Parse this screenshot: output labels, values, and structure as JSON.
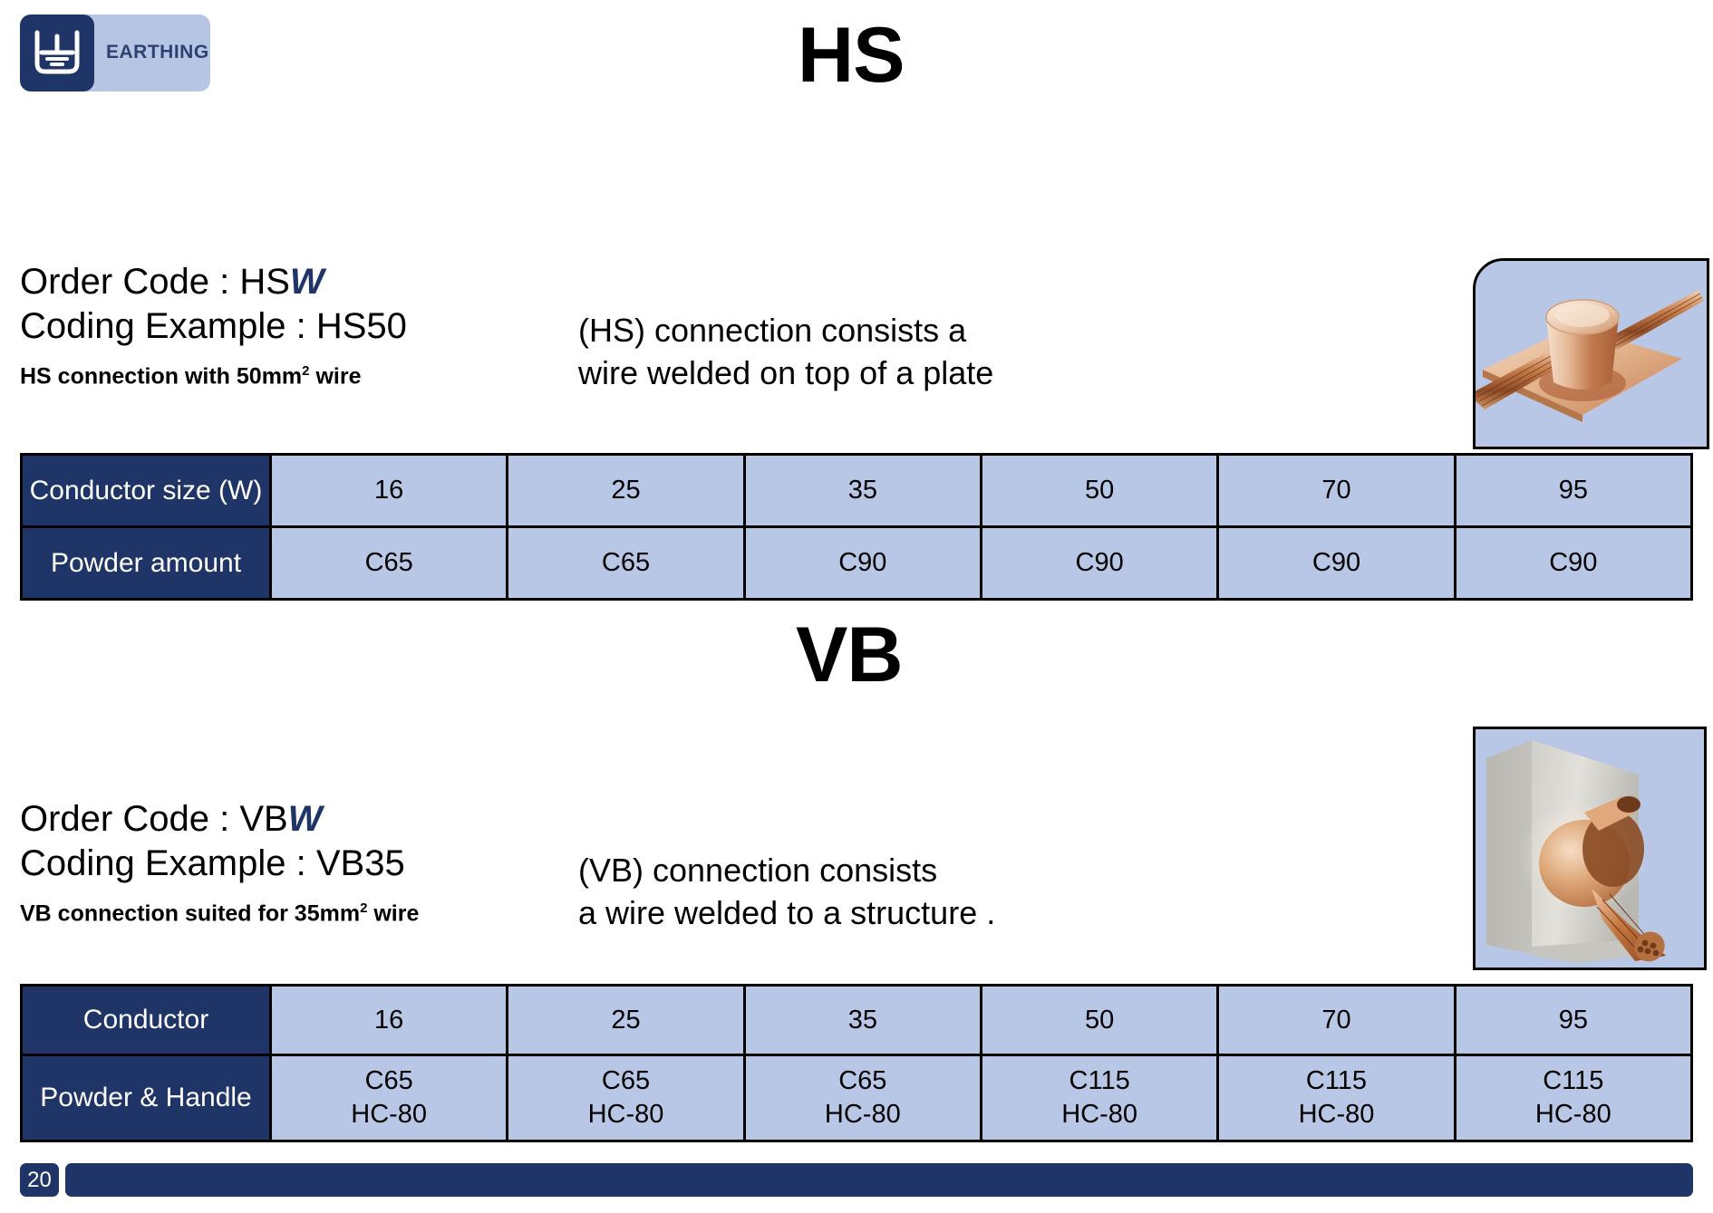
{
  "brand": {
    "label": "EARTHING",
    "icon": "earth-ground-icon",
    "square_color": "#1f3567",
    "pill_color": "#b7c5e4",
    "label_color": "#2e4272"
  },
  "sections": [
    {
      "title": "HS",
      "order_code_prefix": "Order Code : HS",
      "order_code_variable": "W",
      "coding_example": "Coding Example : HS50",
      "sub_note_prefix": "HS connection with 50mm",
      "sub_note_sup": "2",
      "sub_note_suffix": " wire",
      "description": "(HS) connection consists a\nwire welded on top of a plate",
      "image_alt": "hs-weld-on-plate-image",
      "table": {
        "row1_label": "Conductor size (W)",
        "row1_values": [
          "16",
          "25",
          "35",
          "50",
          "70",
          "95"
        ],
        "row2_label": "Powder amount",
        "row2_values": [
          "C65",
          "C65",
          "C90",
          "C90",
          "C90",
          "C90"
        ]
      }
    },
    {
      "title": "VB",
      "order_code_prefix": "Order Code : VB",
      "order_code_variable": "W",
      "coding_example": "Coding Example : VB35",
      "sub_note_prefix": "VB connection suited for 35mm",
      "sub_note_sup": "2",
      "sub_note_suffix": " wire",
      "description": "(VB) connection consists\na wire welded to a structure .",
      "image_alt": "vb-weld-on-structure-image",
      "table": {
        "row1_label": "Conductor",
        "row1_values": [
          "16",
          "25",
          "35",
          "50",
          "70",
          "95"
        ],
        "row2_label": "Powder & Handle",
        "row2_values_line1": [
          "C65",
          "C65",
          "C65",
          "C115",
          "C115",
          "C115"
        ],
        "row2_values_line2": [
          "HC-80",
          "HC-80",
          "HC-80",
          "HC-80",
          "HC-80",
          "HC-80"
        ]
      }
    }
  ],
  "footer": {
    "page_number": "20",
    "bar_color": "#1f3567"
  }
}
